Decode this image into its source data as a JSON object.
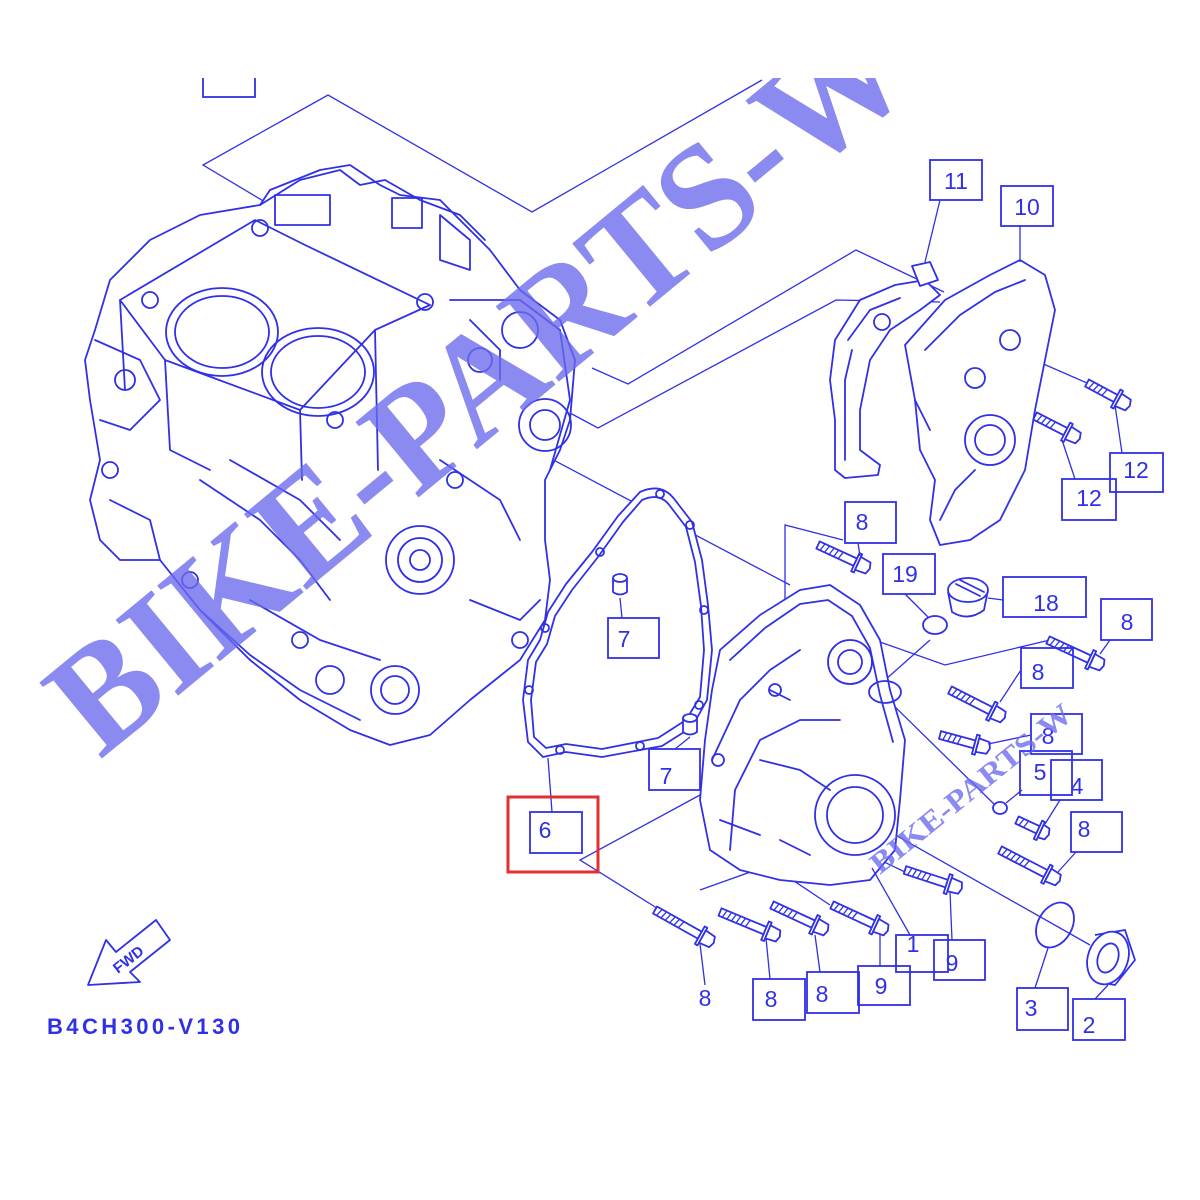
{
  "diagram_code": "B4CH300-V130",
  "fwd_label": "FWD",
  "watermark": "BIKE-PARTS-W",
  "callouts": [
    "11",
    "10",
    "12",
    "12",
    "8",
    "19",
    "18",
    "8",
    "7",
    "8",
    "8",
    "5",
    "4",
    "7",
    "8",
    "6",
    "1",
    "9",
    "9",
    "8",
    "8",
    "8",
    "3",
    "2"
  ],
  "highlighted_callout": "6",
  "colors": {
    "line": "#3030e6",
    "highlight": "#e03030",
    "watermark": "#6a6aee"
  }
}
